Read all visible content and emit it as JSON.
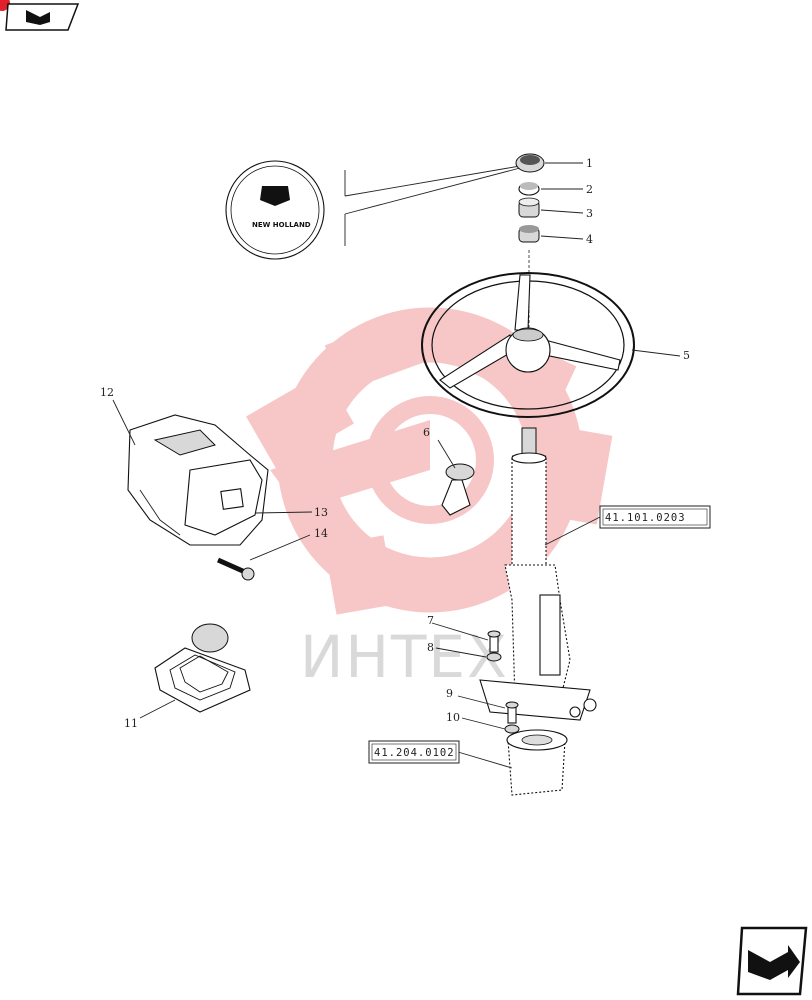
{
  "watermark": {
    "text": "ИНТЕХ",
    "color": "#f2a0a0"
  },
  "logo": {
    "text": "NEW HOLLAND"
  },
  "callouts": [
    {
      "id": "1",
      "label": "1"
    },
    {
      "id": "2",
      "label": "2"
    },
    {
      "id": "3",
      "label": "3"
    },
    {
      "id": "4",
      "label": "4"
    },
    {
      "id": "5",
      "label": "5"
    },
    {
      "id": "6",
      "label": "6"
    },
    {
      "id": "7",
      "label": "7"
    },
    {
      "id": "8",
      "label": "8"
    },
    {
      "id": "9",
      "label": "9"
    },
    {
      "id": "10",
      "label": "10"
    },
    {
      "id": "11",
      "label": "11"
    },
    {
      "id": "12",
      "label": "12"
    },
    {
      "id": "13",
      "label": "13"
    },
    {
      "id": "14",
      "label": "14"
    }
  ],
  "references": [
    {
      "id": "column",
      "label": "41.101.0203"
    },
    {
      "id": "pump",
      "label": "41.204.0102"
    }
  ],
  "nav": {
    "prev_icon": "back-arrow-icon",
    "next_icon": "forward-arrow-icon"
  }
}
